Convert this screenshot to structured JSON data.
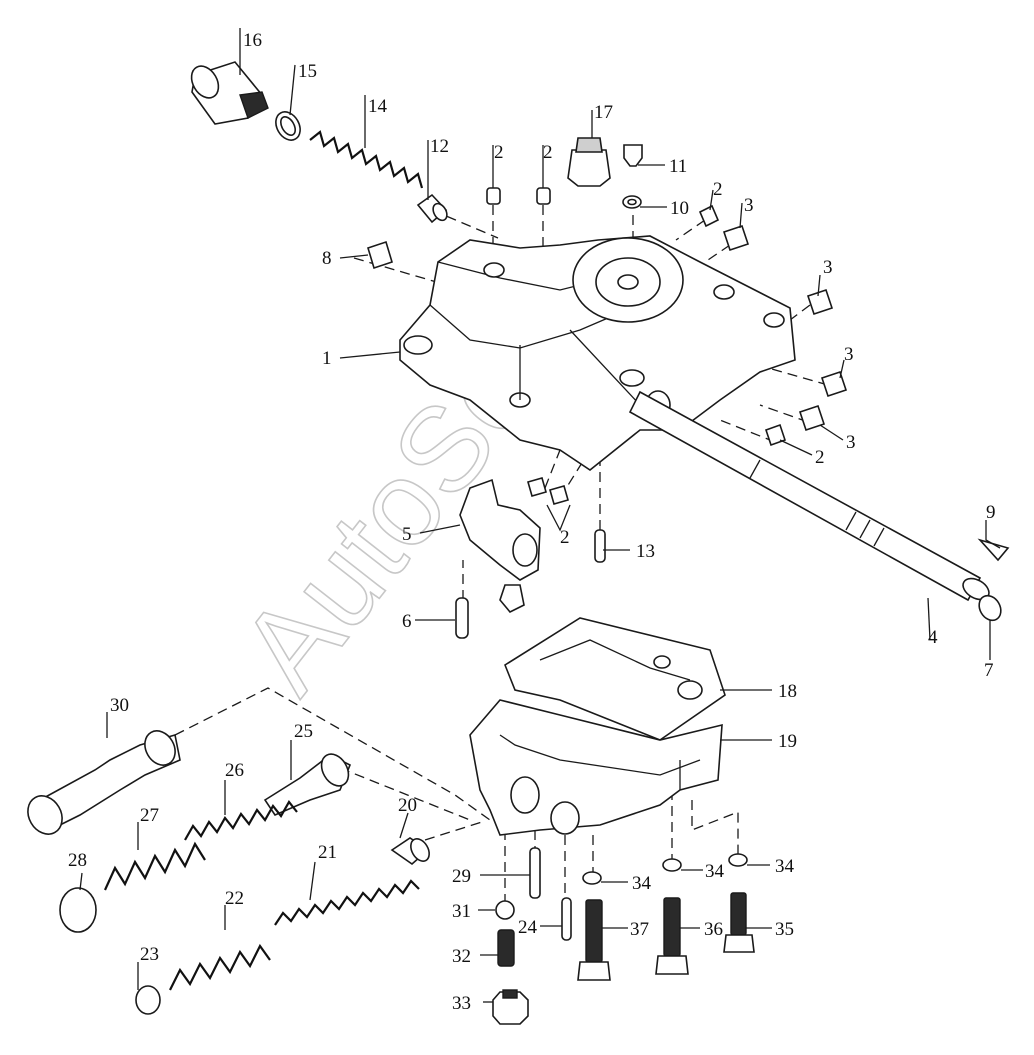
{
  "watermark": "AutoSoft",
  "labels": [
    "1",
    "2",
    "3",
    "4",
    "5",
    "6",
    "7",
    "8",
    "9",
    "10",
    "11",
    "12",
    "13",
    "14",
    "15",
    "16",
    "17",
    "18",
    "19",
    "20",
    "21",
    "22",
    "23",
    "24",
    "25",
    "26",
    "27",
    "28",
    "29",
    "30",
    "31",
    "32",
    "33",
    "34",
    "35",
    "36",
    "37"
  ],
  "colors": {
    "line": "#1a1a1a",
    "fill": "#ffffff",
    "shade": "#cfcfcf",
    "watermark": "#9a9a9a"
  }
}
